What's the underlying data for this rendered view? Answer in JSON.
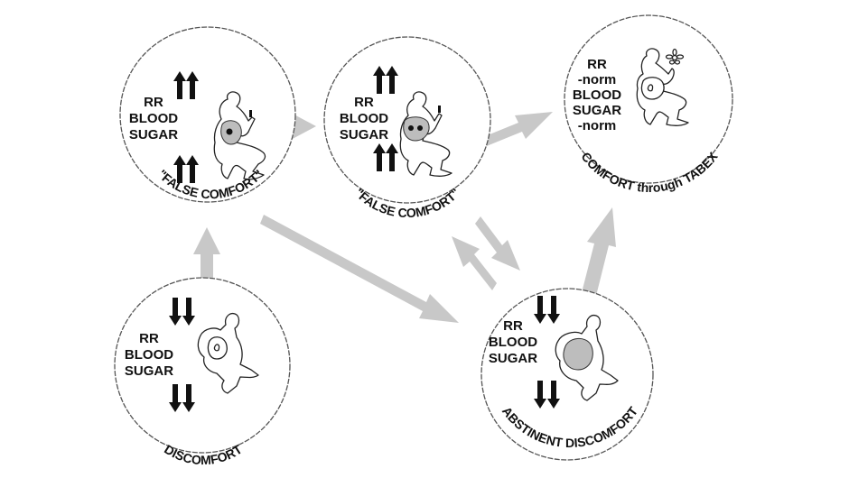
{
  "diagram": {
    "nodes": [
      {
        "id": "false-comfort-1",
        "lines": [
          "RR",
          "BLOOD",
          "SUGAR"
        ],
        "indicator": "up",
        "caption": "\"FALSE COMFORT\""
      },
      {
        "id": "false-comfort-2",
        "lines": [
          "RR",
          "BLOOD",
          "SUGAR"
        ],
        "indicator": "up",
        "caption": "\"FALSE COMFORT\""
      },
      {
        "id": "comfort-tabex",
        "lines": [
          "RR",
          "-norm",
          "BLOOD",
          "SUGAR",
          "-norm"
        ],
        "indicator": "none",
        "caption": "COMFORT through TABEX"
      },
      {
        "id": "discomfort",
        "lines": [
          "RR",
          "BLOOD",
          "SUGAR"
        ],
        "indicator": "down",
        "caption": "DISCOMFORT"
      },
      {
        "id": "abstinent-discomfort",
        "lines": [
          "RR",
          "BLOOD",
          "SUGAR"
        ],
        "indicator": "down",
        "caption": "ABSTINENT DISCOMFORT"
      }
    ],
    "edges": [
      {
        "from": "discomfort",
        "to": "false-comfort-1"
      },
      {
        "from": "false-comfort-1",
        "to": "false-comfort-2"
      },
      {
        "from": "false-comfort-2",
        "to": "comfort-tabex"
      },
      {
        "from": "false-comfort-1",
        "to": "abstinent-discomfort"
      },
      {
        "from": "false-comfort-2",
        "to": "abstinent-discomfort"
      },
      {
        "from": "abstinent-discomfort",
        "to": "false-comfort-2"
      },
      {
        "from": "abstinent-discomfort",
        "to": "comfort-tabex"
      }
    ],
    "colors": {
      "arrow": "#c8c8c8",
      "lung": "#bdbdbd",
      "ink": "#111111"
    }
  }
}
